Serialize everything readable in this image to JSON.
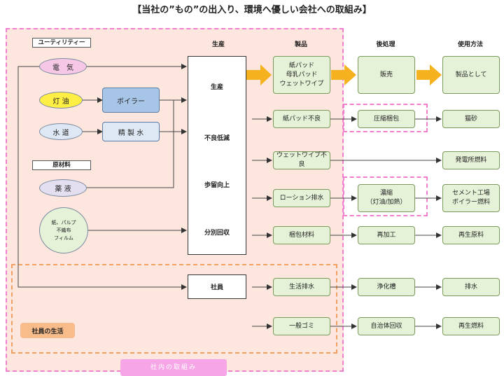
{
  "title": "【当社の”もの”の出入り、環境へ優しい会社への取組み】",
  "zone_label": "社内の取組み",
  "columns": {
    "seisan": "生産",
    "seihin": "製品",
    "atoshori": "後処理",
    "shiyou": "使用方法"
  },
  "sections": {
    "utility": "ユーティリティー",
    "genzairyo": "原材料"
  },
  "inputs": {
    "denki": "電　気",
    "touyu": "灯 油",
    "suido": "水 道",
    "yakueki": "薬 液",
    "kami": [
      "紙、パルプ",
      "不織布",
      "フィルム"
    ]
  },
  "boiler": "ボイラー",
  "seiseisui": "精 製 水",
  "process": [
    "生産",
    "不良低減",
    "歩留向上",
    "分別回収"
  ],
  "shain": "社員",
  "shain_life": "社員の生活",
  "products": {
    "main": [
      "紙パッド",
      "母乳パッド",
      "ウェットワイプ"
    ],
    "p2": "紙パッド不良",
    "p3": "ウェットワイプ不良",
    "p4": "ローション排水",
    "p5": "梱包材料",
    "p6": "生活排水",
    "p7": "一般ゴミ"
  },
  "after": {
    "a1": "販売",
    "a2": "圧縮梱包",
    "a4": [
      "濃縮",
      "（灯油/加熱）"
    ],
    "a5": "再加工",
    "a6": "浄化槽",
    "a7": "自治体回収"
  },
  "use": {
    "u1": "製品として",
    "u2": "猫砂",
    "u3": "発電所燃料",
    "u4": [
      "セメント工場",
      "ボイラー燃料"
    ],
    "u5": "再生原料",
    "u6": "排水",
    "u7": "再生燃料"
  },
  "colors": {
    "zone_fill": "#fde6dd",
    "zone_border": "#f07fd0",
    "arrow_orange": "#f5b21e",
    "green_box": "#e6f2d8",
    "life_box": "#f8bc8a"
  }
}
